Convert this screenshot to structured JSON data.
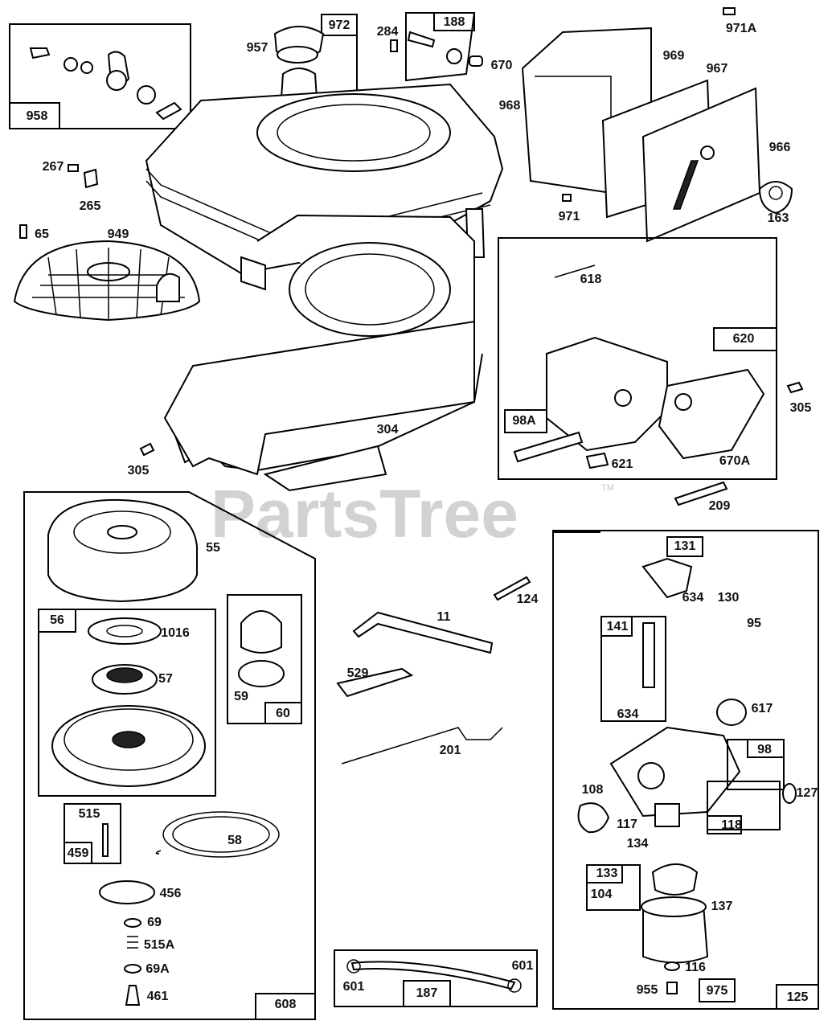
{
  "watermark": {
    "text": "PartsTree",
    "trademark": "TM"
  },
  "parts": {
    "p958": "958",
    "p972": "972",
    "p957": "957",
    "p284": "284",
    "p188": "188",
    "p670": "670",
    "p971A": "971A",
    "p969": "969",
    "p967": "967",
    "p968": "968",
    "p966": "966",
    "p163": "163",
    "p971": "971",
    "p267": "267",
    "p265": "265",
    "p65": "65",
    "p949": "949",
    "p618": "618",
    "p620": "620",
    "p98A": "98A",
    "p621": "621",
    "p670A": "670A",
    "p305a": "305",
    "p305b": "305",
    "p304": "304",
    "p209": "209",
    "p55": "55",
    "p56": "56",
    "p1016": "1016",
    "p57": "57",
    "p59": "59",
    "p60": "60",
    "p515": "515",
    "p459": "459",
    "p58": "58",
    "p456": "456",
    "p69": "69",
    "p515A": "515A",
    "p69A": "69A",
    "p461": "461",
    "p608": "608",
    "p124": "124",
    "p11": "11",
    "p529": "529",
    "p201": "201",
    "p601a": "601",
    "p601b": "601",
    "p187": "187",
    "p131": "131",
    "p634a": "634",
    "p130": "130",
    "p95": "95",
    "p141": "141",
    "p634b": "634",
    "p617": "617",
    "p98": "98",
    "p108": "108",
    "p117": "117",
    "p134": "134",
    "p118": "118",
    "p127": "127",
    "p133": "133",
    "p104": "104",
    "p137": "137",
    "p116": "116",
    "p955": "955",
    "p975": "975",
    "p125": "125"
  }
}
